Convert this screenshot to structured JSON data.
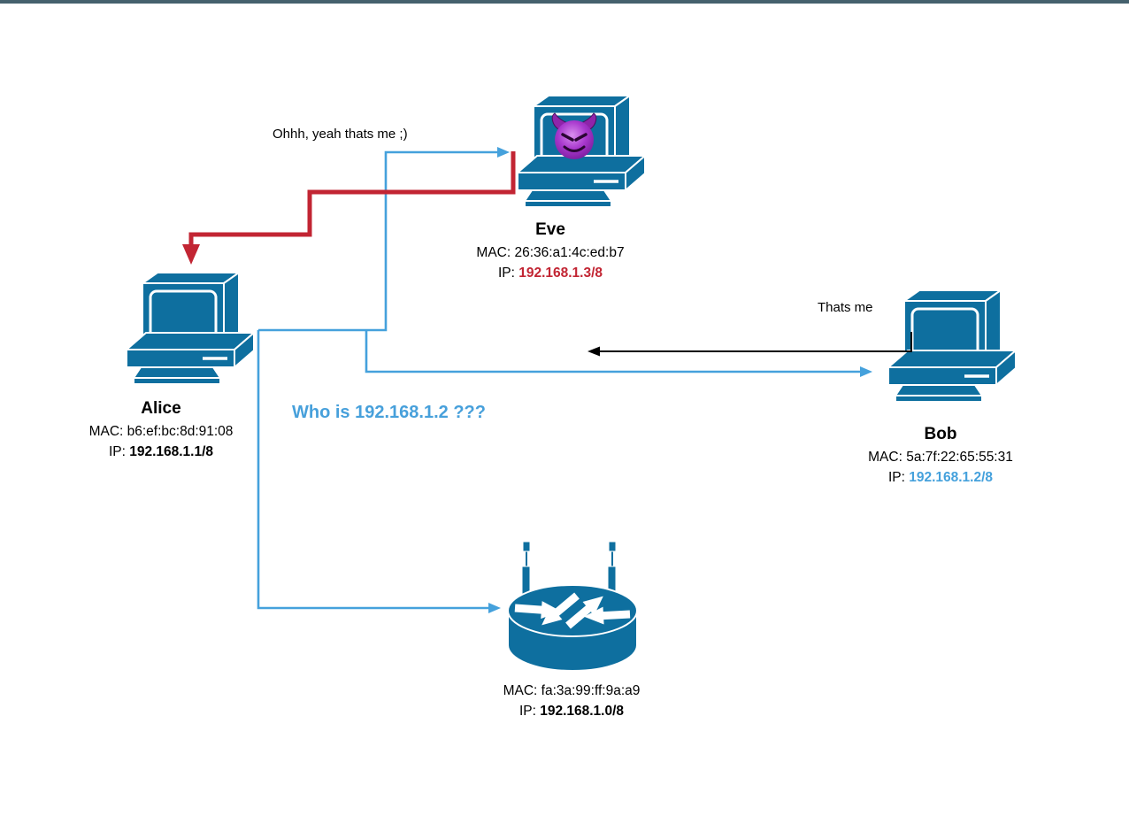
{
  "colors": {
    "top_bar": "#45616d",
    "device": "#0e6f9f",
    "line_blue": "#45a1dc",
    "line_red": "#c22533",
    "line_black": "#000000",
    "ip_eve": "#c22533",
    "ip_bob": "#45a1dc",
    "question": "#47a0db"
  },
  "nodes": {
    "eve": {
      "name": "Eve",
      "mac": "MAC: 26:36:a1:4c:ed:b7",
      "ip_label": "IP: ",
      "ip": "192.168.1.3/8"
    },
    "alice": {
      "name": "Alice",
      "mac": "MAC: b6:ef:bc:8d:91:08",
      "ip_label": "IP: ",
      "ip": "192.168.1.1/8"
    },
    "bob": {
      "name": "Bob",
      "mac": "MAC: 5a:7f:22:65:55:31",
      "ip_label": "IP: ",
      "ip": "192.168.1.2/8"
    },
    "router": {
      "mac": "MAC: fa:3a:99:ff:9a:a9",
      "ip_label": "IP: ",
      "ip": "192.168.1.0/8"
    }
  },
  "annotations": {
    "eve_reply": "Ohhh, yeah thats me ;)",
    "bob_reply": "Thats me",
    "question": "Who is 192.168.1.2 ???"
  }
}
